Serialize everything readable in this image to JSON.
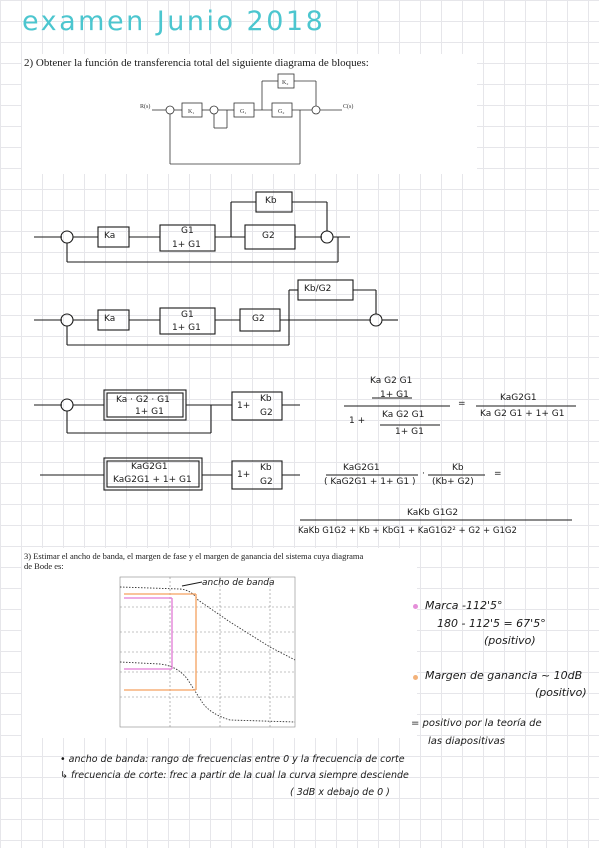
{
  "title": "examen Junio 2018",
  "q2": {
    "statement": "2) Obtener la función de transferencia total del siguiente diagrama de bloques:",
    "printed_diagram": {
      "input": "R(s)",
      "output": "C(s)",
      "blocks": [
        "K1",
        "G1",
        "K2",
        "G2"
      ]
    }
  },
  "step1": {
    "blocks": [
      "Ka",
      "G1",
      "1+ G1",
      "Kb",
      "G2"
    ]
  },
  "step2": {
    "blocks": [
      "Ka",
      "G1",
      "1+ G1",
      "G2",
      "Kb/G2"
    ]
  },
  "step3": {
    "block_num": "Ka · G2 · G1",
    "block_den": "1+ G1",
    "block2_pre": "1+",
    "block2_num": "Kb",
    "block2_den": "G2",
    "eq1": {
      "big_num_top": "Ka G2 G1",
      "big_num_bottom": "1+ G1",
      "den_prefix": "1 +",
      "den_top": "Ka G2 G1",
      "den_bottom": "1+ G1",
      "equals": "=",
      "res_num": "KaG2G1",
      "res_den": "Ka G2 G1 + 1+ G1"
    }
  },
  "step4": {
    "block_num": "KaG2G1",
    "block_den": "KaG2G1 + 1+ G1",
    "block2_pre": "1+",
    "block2_num": "Kb",
    "block2_den": "G2",
    "prod_num1": "KaG2G1",
    "prod_den1": "( KaG2G1 + 1+ G1 )",
    "dot": "·",
    "prod_num2": "Kb",
    "prod_den2": "(Kb+ G2)",
    "equals": "=",
    "final_num": "KaKb G1G2",
    "final_den": "KaKb G1G2 + Kb + KbG1 + KaG1G2² + G2 + G1G2"
  },
  "q3": {
    "statement_line1": "3) Estimar el ancho de banda, el margen de fase y el margen de ganancia del sistema cuya diagrama",
    "statement_line2": "de Bode es:",
    "bandwidth_label": "ancho de banda",
    "phase_line1": "Marca -112'5°",
    "phase_line2": "180 - 112'5 = 67'5°",
    "phase_line3": "(positivo)",
    "gain_line1": "Margen de ganancia ~ 10dB",
    "gain_line2": "(positivo)",
    "theory_line1": "= positivo por la teoría de",
    "theory_line2": "las diapositivas",
    "def_line1": "• ancho de banda: rango de frecuencias entre 0 y la frecuencia de corte",
    "def_line2": "↳ frecuencia de corte: frec a partir de la cual la curva siempre desciende",
    "def_line3": "( 3dB x debajo de 0 )"
  },
  "colors": {
    "title": "#4cc6cf",
    "phase_marker": "#e58fd9",
    "gain_marker": "#f3b27a",
    "orange_line": "#f5a05f",
    "magenta_line": "#e27ad5"
  }
}
